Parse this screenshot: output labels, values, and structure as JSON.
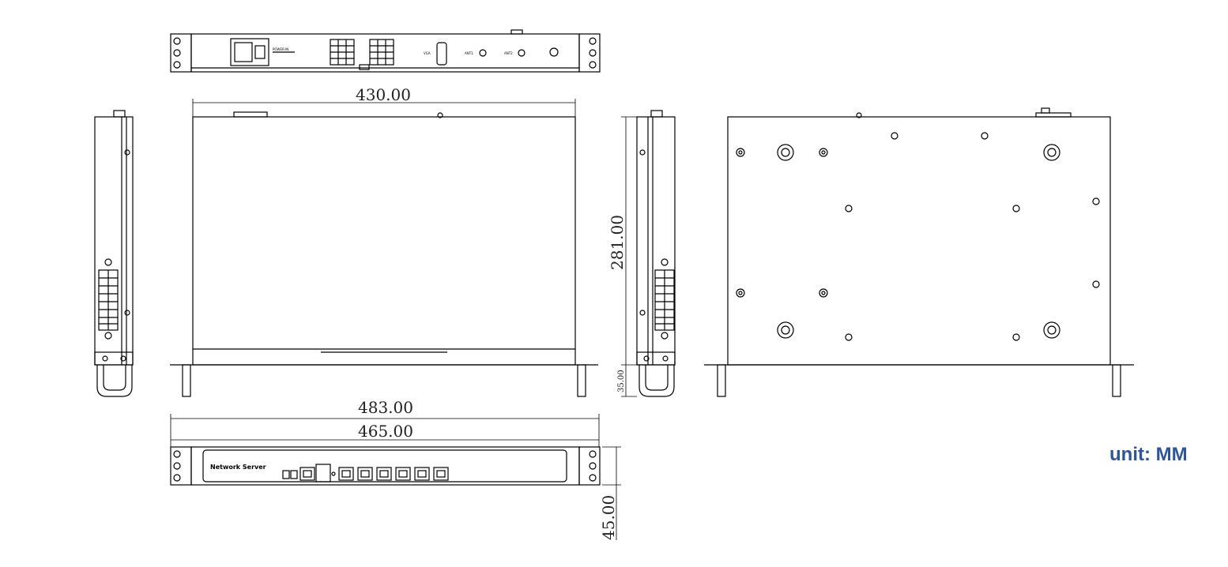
{
  "dimensions": {
    "depth_width": "430.00",
    "depth": "281.00",
    "handle": "35.00",
    "overall_width": "483.00",
    "chassis_width": "465.00",
    "height": "45.00"
  },
  "front_panel": {
    "brand": "Network Server"
  },
  "unit": {
    "label": "unit:  MM",
    "color": "#2f5597"
  },
  "line_color": "#000000"
}
